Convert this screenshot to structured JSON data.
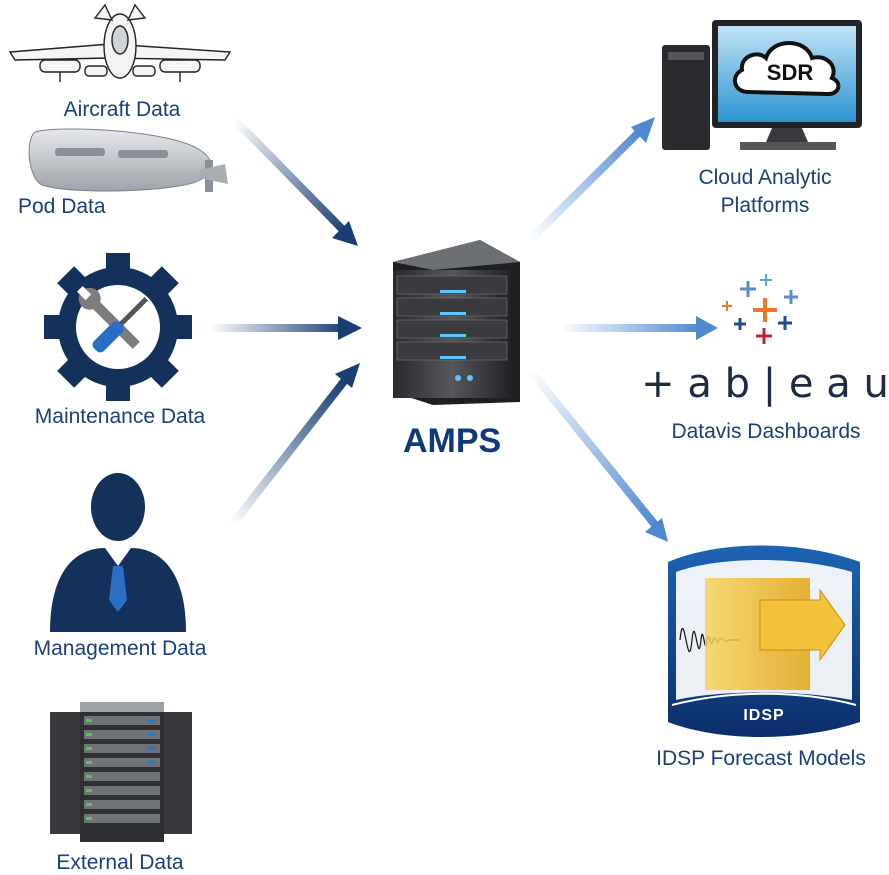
{
  "hub": {
    "label": "AMPS"
  },
  "inputs": {
    "aircraft": "Aircraft Data",
    "pod": "Pod Data",
    "maintenance": "Maintenance Data",
    "management": "Management Data",
    "external": "External Data"
  },
  "outputs": {
    "cloud_line1": "Cloud Analytic",
    "cloud_line2": "Platforms",
    "cloud_badge": "SDR",
    "tableau_wordmark": "+ a b | e a u",
    "tableau_caption": "Datavis Dashboards",
    "idsp_badge": "IDSP",
    "idsp_caption": "IDSP Forecast Models"
  },
  "colors": {
    "label_blue": "#1a3f7a",
    "arrow_dark": "#1b3f73",
    "arrow_light": "#4f88cf",
    "icon_navy": "#13315a"
  }
}
